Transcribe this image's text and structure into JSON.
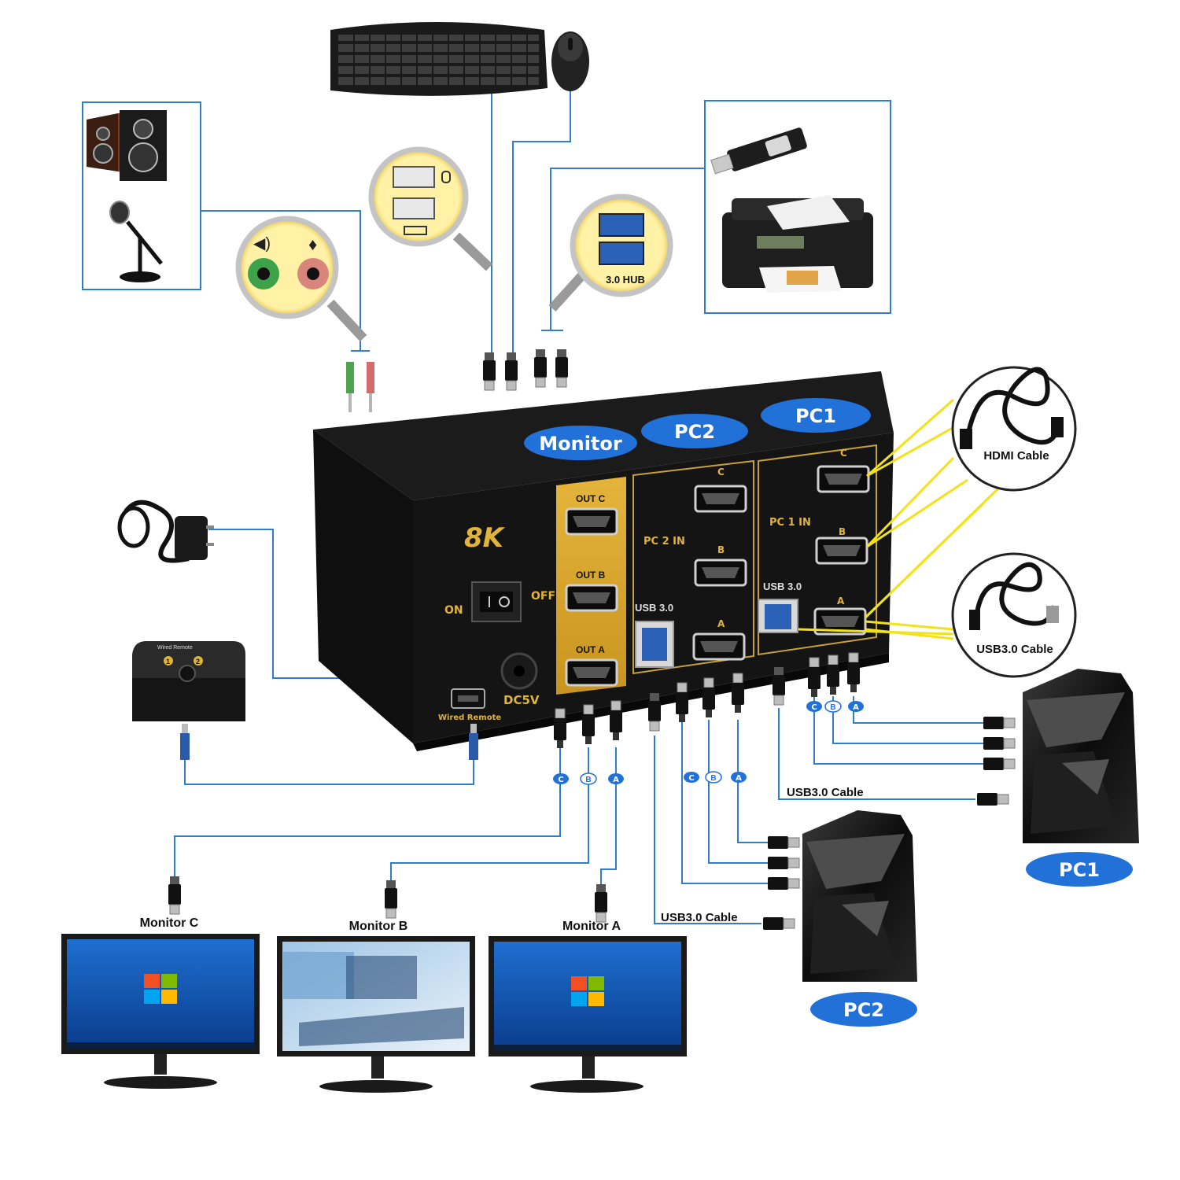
{
  "colors": {
    "accent_blue": "#2271d9",
    "cable_blue": "#2f7fc8",
    "kvm_body": "#141414",
    "gold_panel": "#d8a52c",
    "yellow_beam": "#f2e21a"
  },
  "kvm": {
    "badge_8k": "8K",
    "on_label": "ON",
    "off_label": "OFF",
    "dc_label": "DC5V",
    "wired_remote_label": "Wired Remote",
    "section_labels": {
      "monitor": "Monitor",
      "pc2": "PC2",
      "pc1": "PC1"
    },
    "outputs": [
      "OUT C",
      "OUT B",
      "OUT A"
    ],
    "pc2_in_label": "PC 2 IN",
    "pc1_in_label": "PC 1 IN",
    "usb30_label": "USB 3.0",
    "port_letters": [
      "C",
      "B",
      "A"
    ]
  },
  "peripherals": {
    "hub_label": "3.0 HUB",
    "hdmi_cable_label": "HDMI Cable",
    "usb30_cable_label": "USB3.0 Cable"
  },
  "remote": {
    "label": "Wired Remote",
    "button1": "1",
    "button2": "2"
  },
  "cable_tags": {
    "monitor_group": [
      "C",
      "B",
      "A"
    ],
    "pc2_group": [
      "C",
      "B",
      "A"
    ],
    "pc1_group": [
      "C",
      "B",
      "A"
    ]
  },
  "usb_cable_labels": {
    "pc1": "USB3.0 Cable",
    "pc2": "USB3.0 Cable"
  },
  "monitors": [
    {
      "label": "Monitor C",
      "screen": "windows-desktop"
    },
    {
      "label": "Monitor B",
      "screen": "media-desktop"
    },
    {
      "label": "Monitor A",
      "screen": "windows-desktop"
    }
  ],
  "computers": [
    {
      "label": "PC1"
    },
    {
      "label": "PC2"
    }
  ],
  "icons": {
    "speaker": "speaker-icon",
    "microphone": "microphone-icon",
    "keyboard": "keyboard-icon",
    "mouse": "mouse-icon",
    "usb_drive": "usb-drive-icon",
    "printer": "printer-icon",
    "power_adapter": "power-adapter-icon"
  }
}
